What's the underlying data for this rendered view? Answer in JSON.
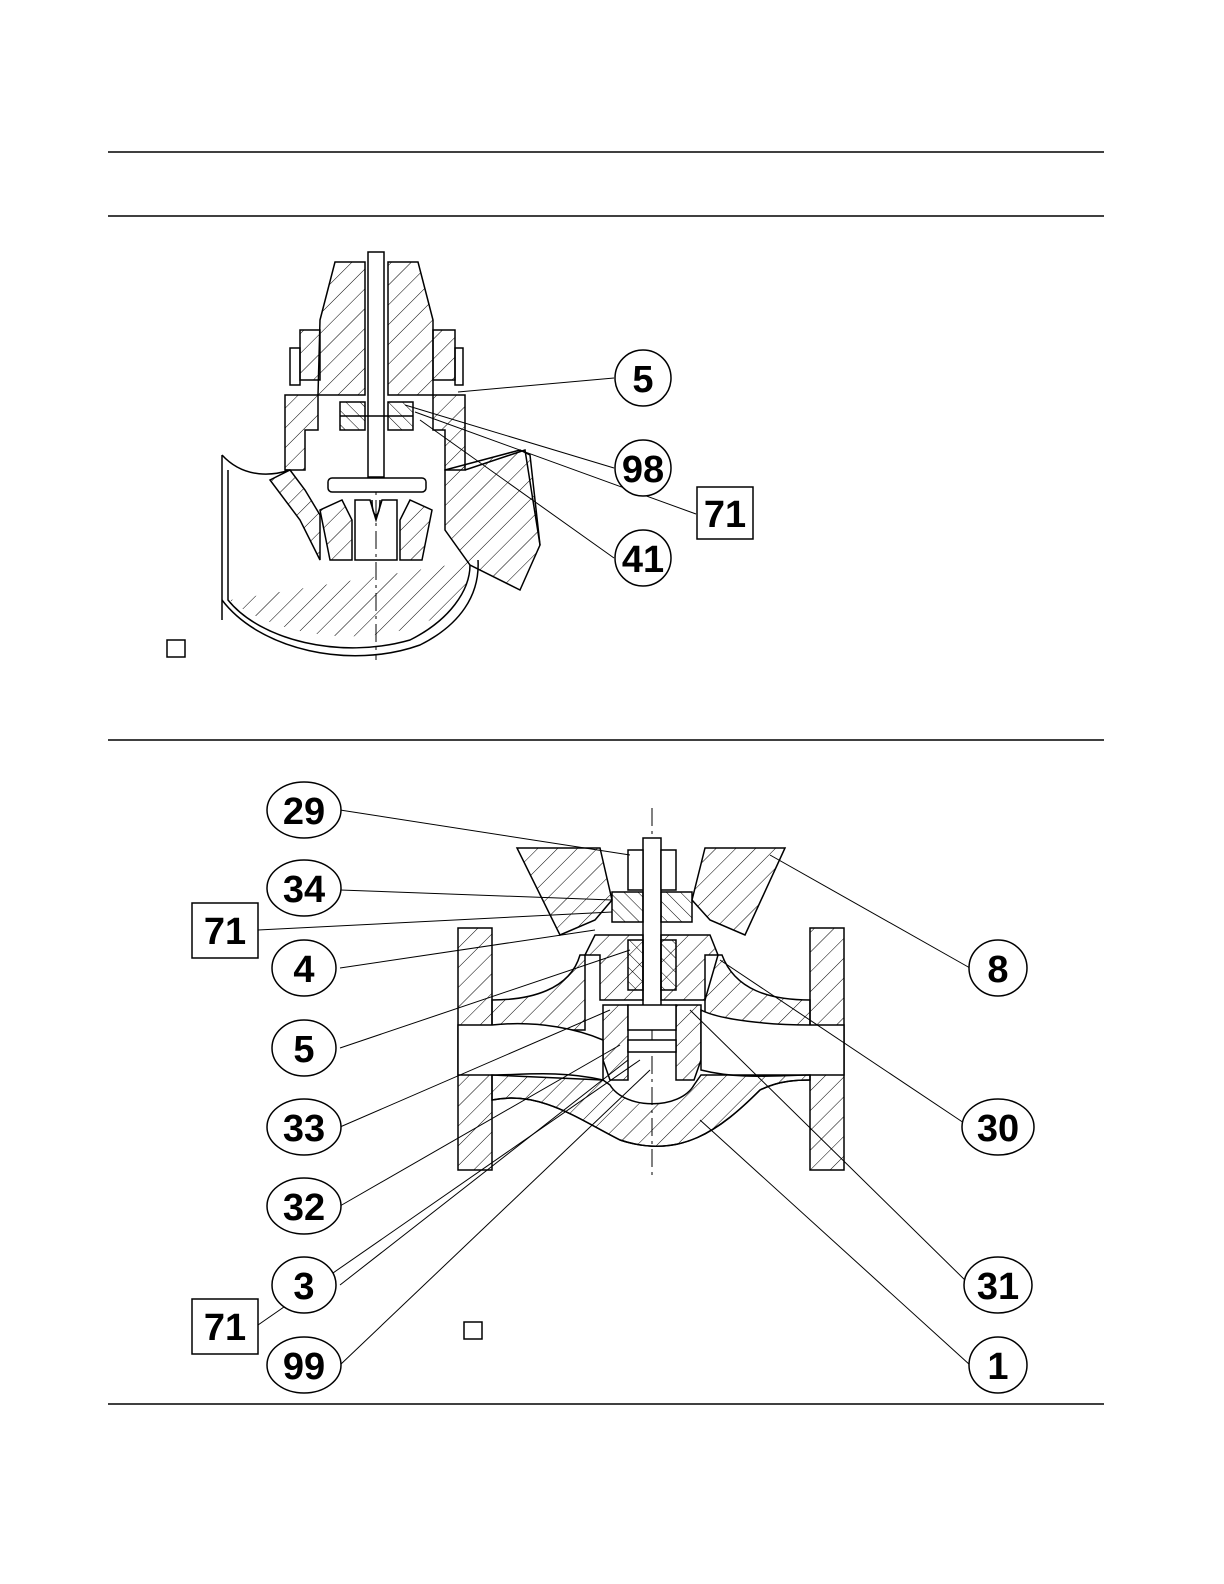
{
  "top_figure": {
    "callouts": [
      {
        "label": "5",
        "shape": "circle"
      },
      {
        "label": "98",
        "shape": "circle"
      },
      {
        "label": "71",
        "shape": "box"
      },
      {
        "label": "41",
        "shape": "circle"
      }
    ],
    "caption_marker": "checkbox-square"
  },
  "bottom_figure": {
    "callouts_left": [
      {
        "label": "29",
        "shape": "circle"
      },
      {
        "label": "34",
        "shape": "circle"
      },
      {
        "label": "71",
        "shape": "box"
      },
      {
        "label": "4",
        "shape": "circle"
      },
      {
        "label": "5",
        "shape": "circle"
      },
      {
        "label": "33",
        "shape": "circle"
      },
      {
        "label": "32",
        "shape": "circle"
      },
      {
        "label": "3",
        "shape": "circle"
      },
      {
        "label": "71",
        "shape": "box"
      },
      {
        "label": "99",
        "shape": "circle"
      }
    ],
    "callouts_right": [
      {
        "label": "8",
        "shape": "circle"
      },
      {
        "label": "30",
        "shape": "circle"
      },
      {
        "label": "31",
        "shape": "circle"
      },
      {
        "label": "1",
        "shape": "circle"
      }
    ],
    "caption_marker": "checkbox-square"
  }
}
